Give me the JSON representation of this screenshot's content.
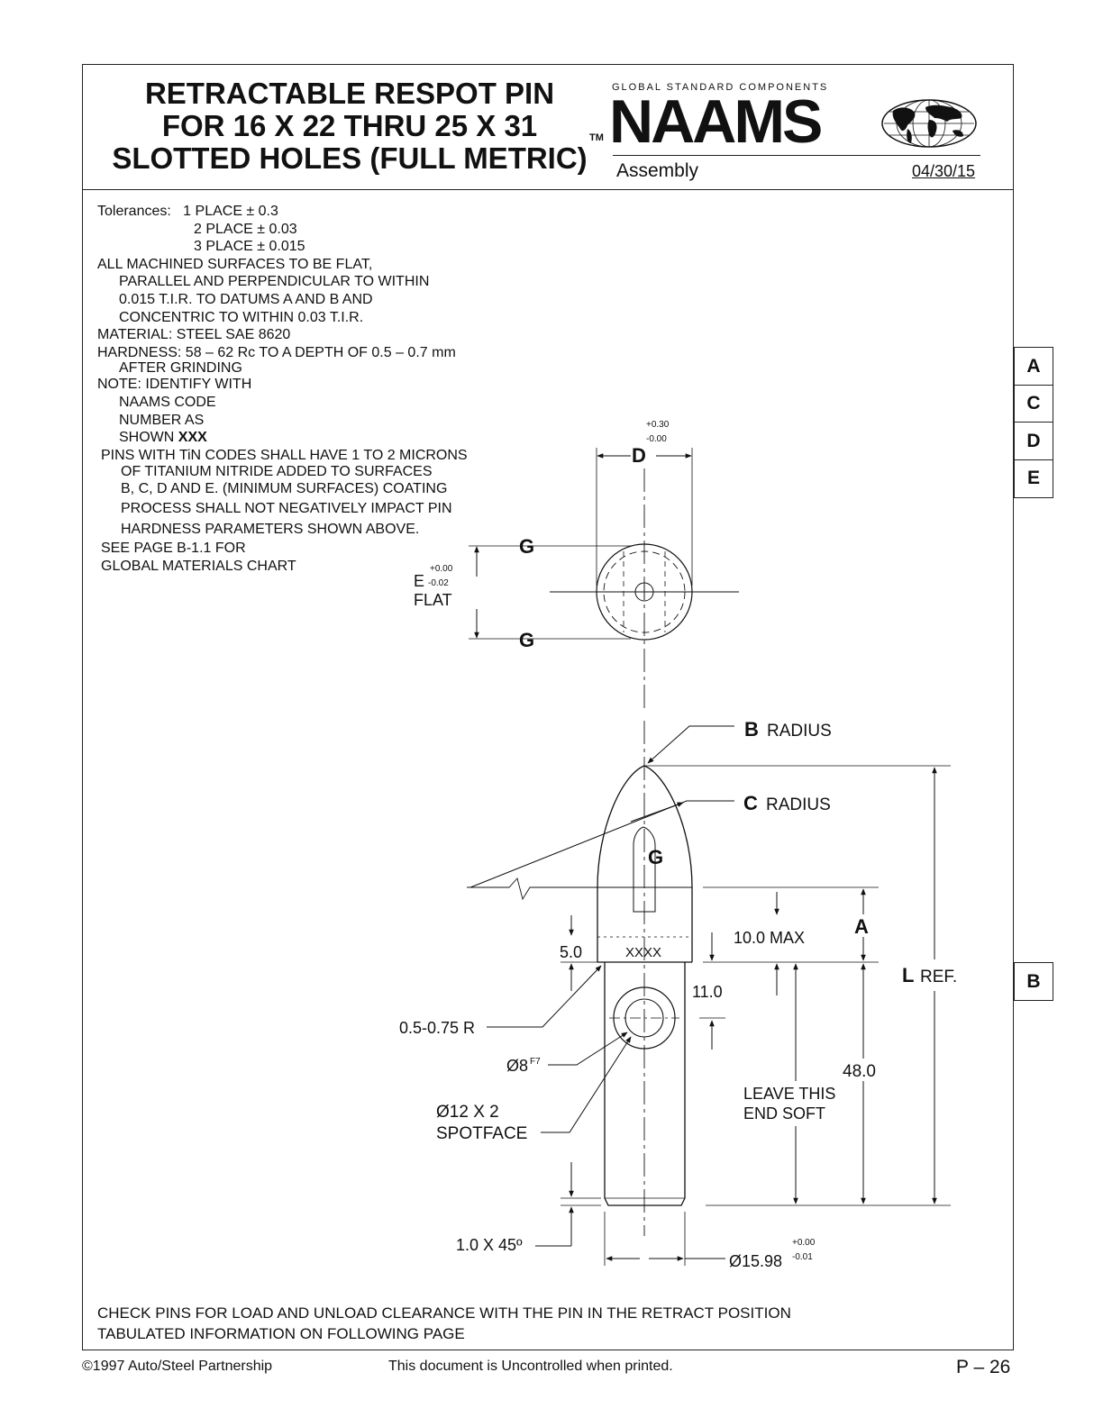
{
  "header": {
    "title_lines": [
      "RETRACTABLE RESPOT PIN",
      "FOR 16 X 22 THRU 25 X 31",
      "SLOTTED HOLES (FULL METRIC)"
    ],
    "tm": "TM",
    "global_label": "GLOBAL STANDARD COMPONENTS",
    "brand": "NAAMS",
    "subtitle": "Assembly",
    "date": "04/30/15"
  },
  "notes": {
    "tol_label": "Tolerances:",
    "tol_1": "1 PLACE ± 0.3",
    "tol_2": "2 PLACE ± 0.03",
    "tol_3": "3 PLACE ± 0.015",
    "l1": "ALL MACHINED SURFACES TO BE FLAT,",
    "l2": "PARALLEL AND PERPENDICULAR TO WITHIN",
    "l3": "0.015 T.I.R. TO DATUMS A AND B AND",
    "l4": "CONCENTRIC TO WITHIN 0.03 T.I.R.",
    "l5": "MATERIAL: STEEL SAE 8620",
    "l6": "HARDNESS: 58 – 62 Rc TO A DEPTH OF 0.5 – 0.7 mm",
    "l7": "AFTER GRINDING",
    "l8": "NOTE: IDENTIFY WITH",
    "l9": "NAAMS CODE",
    "l10": "NUMBER AS",
    "l11a": "SHOWN ",
    "l11b": "XXX",
    "l12": "PINS WITH TiN CODES SHALL HAVE 1 TO 2 MICRONS",
    "l13": "OF TITANIUM NITRIDE ADDED TO SURFACES",
    "l14": "B, C, D AND E. (MINIMUM SURFACES) COATING",
    "l15": "PROCESS SHALL NOT NEGATIVELY IMPACT PIN",
    "l16": "HARDNESS PARAMETERS SHOWN ABOVE.",
    "l17": "SEE PAGE B-1.1 FOR",
    "l18": "GLOBAL MATERIALS CHART"
  },
  "tabs": [
    "A",
    "C",
    "D",
    "E",
    "B"
  ],
  "labels": {
    "d_tol_plus": "+0.30",
    "d_tol_minus": "-0.00",
    "d": "D",
    "g": "G",
    "e": "E",
    "e_tol_plus": "+0.00",
    "e_tol_minus": "-0.02",
    "flat": "FLAT",
    "b": "B",
    "c": "C",
    "radius": "RADIUS",
    "a": "A",
    "ten_max": "10.0 MAX",
    "five": "5.0",
    "xxxx": "XXXX",
    "eleven": "11.0",
    "l": "L",
    "ref": "REF.",
    "r_small": "0.5-0.75 R",
    "dia8": "Ø8",
    "f7": "F7",
    "dia12": "Ø12 X 2",
    "spotface": "SPOTFACE",
    "fortyeight": "48.0",
    "leave1": "LEAVE THIS",
    "leave2": "END SOFT",
    "chamfer": "1.0 X 45º",
    "dia1598": "Ø15.98",
    "od_tol_plus": "+0.00",
    "od_tol_minus": "-0.01"
  },
  "footer": {
    "note1": "CHECK PINS FOR LOAD AND UNLOAD CLEARANCE WITH THE PIN IN THE RETRACT POSITION",
    "note2": "TABULATED INFORMATION ON FOLLOWING PAGE",
    "copyright": "©1997 Auto/Steel Partnership",
    "uncontrolled": "This document is Uncontrolled when printed.",
    "page": "P – 26"
  }
}
